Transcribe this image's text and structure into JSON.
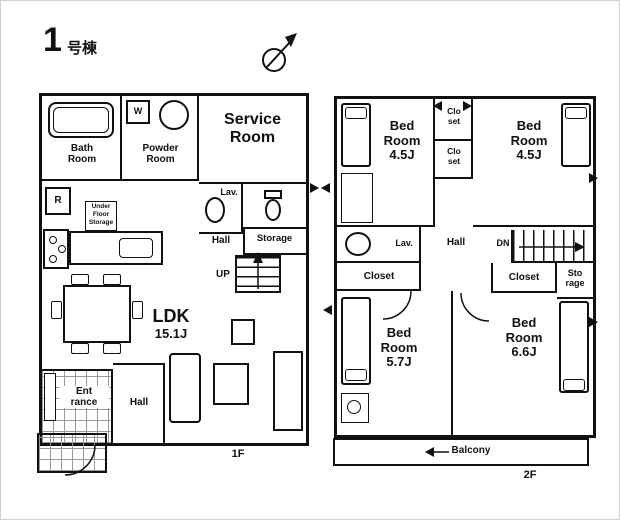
{
  "colors": {
    "ink": "#111111",
    "tile_line": "#999999"
  },
  "header": {
    "building_number": "1",
    "building_suffix": "号棟"
  },
  "floor1": {
    "floor_label": "1F",
    "bath_room": "Bath\nRoom",
    "powder_room": "Powder\nRoom",
    "washer": "W",
    "service_room": "Service\nRoom",
    "refrigerator": "R",
    "under_floor_storage": "Under\nFloor\nStorage",
    "lav": "Lav.",
    "hall_upper": "Hall",
    "storage": "Storage",
    "up": "UP",
    "ldk_name": "LDK",
    "ldk_size": "15.1J",
    "entrance": "Ent\nrance",
    "hall_lower": "Hall"
  },
  "floor2": {
    "floor_label": "2F",
    "bedroom_nw": "Bed\nRoom\n4.5J",
    "closet_top_a": "Clo\nset",
    "closet_top_b": "Clo\nset",
    "bedroom_ne": "Bed\nRoom\n4.5J",
    "lav": "Lav.",
    "hall": "Hall",
    "dn": "DN",
    "closet_west": "Closet",
    "closet_east": "Closet",
    "storage": "Sto\nrage",
    "bedroom_sw": "Bed\nRoom\n5.7J",
    "bedroom_se": "Bed\nRoom\n6.6J",
    "balcony": "Balcony"
  }
}
